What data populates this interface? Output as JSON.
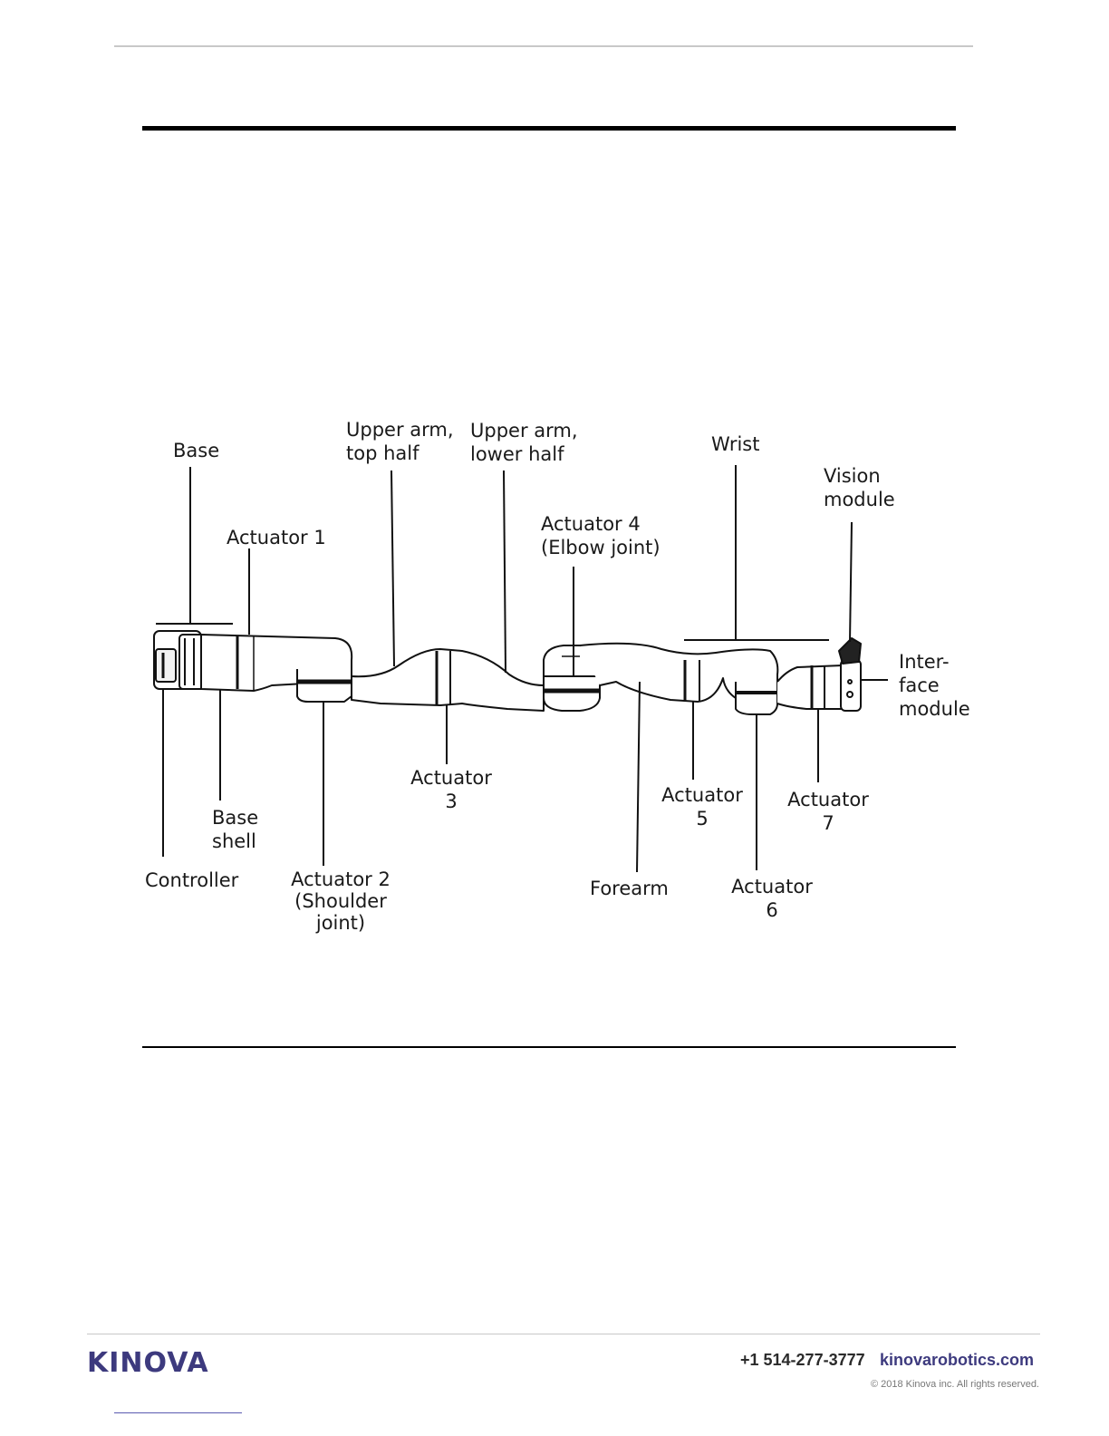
{
  "diagram": {
    "labels": {
      "base": "Base",
      "upper_arm_top": "Upper arm,\ntop half",
      "upper_arm_lower": "Upper arm,\nlower half",
      "wrist": "Wrist",
      "vision_module": "Vision\nmodule",
      "actuator_1": "Actuator 1",
      "actuator_4": "Actuator 4\n(Elbow joint)",
      "interface_module": "Inter-\nface\nmodule",
      "actuator_3": "Actuator\n3",
      "actuator_5": "Actuator\n5",
      "actuator_7": "Actuator\n7",
      "base_shell": "Base\nshell",
      "controller": "Controller",
      "actuator_2": "Actuator 2\n(Shoulder\njoint)",
      "forearm": "Forearm",
      "actuator_6": "Actuator\n6"
    }
  },
  "footer": {
    "logo": "KINOVA",
    "phone": "+1 514-277-3777",
    "website": "kinovarobotics.com",
    "copyright": "© 2018 Kinova inc. All rights reserved."
  },
  "colors": {
    "brand": "#3d3a7e"
  }
}
